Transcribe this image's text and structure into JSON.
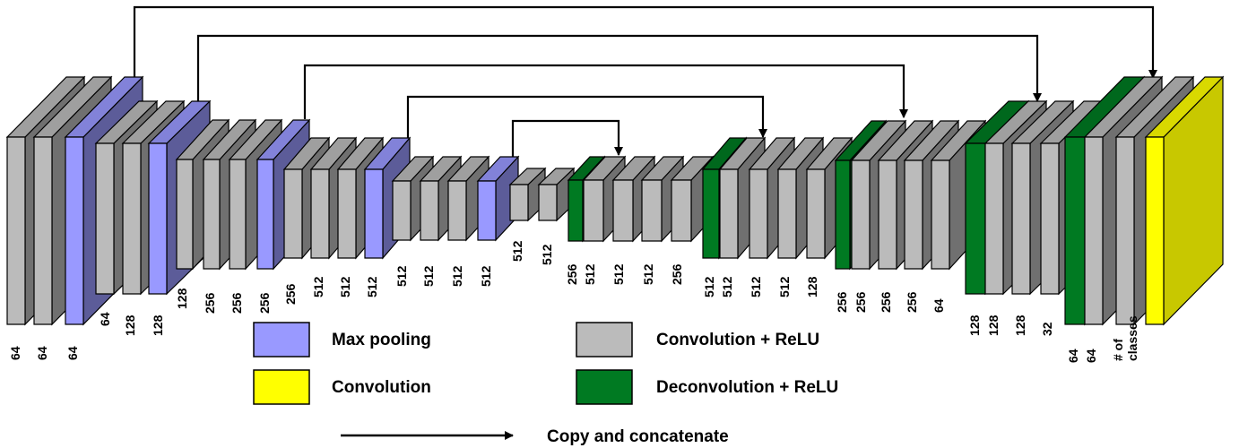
{
  "colors": {
    "conv": "#bbbbbb",
    "pool": "#9999ff",
    "deconv": "#007a22",
    "final": "#ffff00"
  },
  "layer_labels": [
    "64",
    "64",
    "64",
    "64",
    "128",
    "128",
    "128",
    "256",
    "256",
    "256",
    "256",
    "512",
    "512",
    "512",
    "512",
    "512",
    "512",
    "512",
    "512",
    "512",
    "256",
    "512",
    "512",
    "512",
    "256",
    "512",
    "512",
    "512",
    "512",
    "128",
    "256",
    "256",
    "256",
    "256",
    "64",
    "128",
    "128",
    "128",
    "32",
    "64",
    "64",
    "# of\nclasses"
  ],
  "legend": {
    "max_pooling": "Max pooling",
    "convolution": "Convolution",
    "conv_relu": "Convolution + ReLU",
    "deconv_relu": "Deconvolution + ReLU",
    "copy_concat": "Copy and concatenate"
  }
}
